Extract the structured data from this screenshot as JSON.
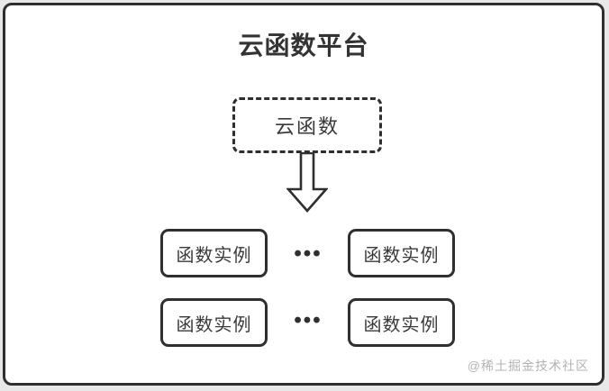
{
  "page": {
    "title": "云函数平台",
    "watermark": "@稀土掘金技术社区"
  },
  "diagram": {
    "root_node": {
      "label": "云函数"
    },
    "ellipsis": "•••",
    "rows": [
      {
        "left": "函数实例",
        "right": "函数实例"
      },
      {
        "left": "函数实例",
        "right": "函数实例"
      }
    ]
  },
  "colors": {
    "border": "#2f2f2f",
    "title_text": "#333333",
    "node_text": "#3a3a3a",
    "panel_background": "#ffffff",
    "page_background": "#e8e8e8",
    "watermark_text": "#b3b3b3"
  }
}
